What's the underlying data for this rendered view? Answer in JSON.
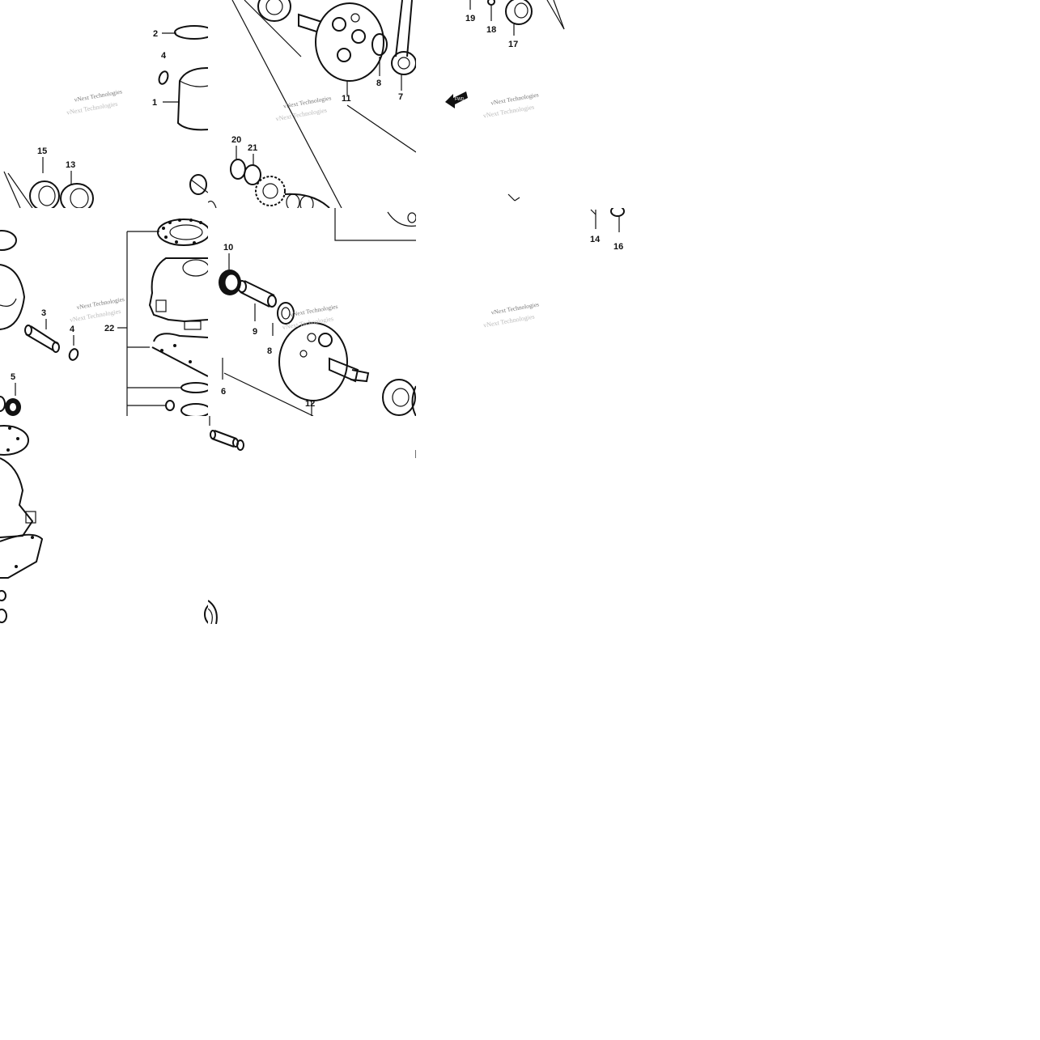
{
  "watermark": {
    "line1": "vNext Technologies",
    "line2": "vNext Technologies"
  },
  "labels": {
    "l2": "2",
    "l4a": "4",
    "l1": "1",
    "l15": "15",
    "l13": "13",
    "l8a": "8",
    "l7": "7",
    "l11": "11",
    "l20": "20",
    "l21": "21",
    "l19": "19",
    "l18": "18",
    "l17": "17",
    "l3": "3",
    "l4b": "4",
    "l5": "5",
    "l22": "22",
    "l10": "10",
    "l9": "9",
    "l8b": "8",
    "l12": "12",
    "l6": "6",
    "l14": "14",
    "l16": "16"
  },
  "icons": {
    "arrow": "front-arrow-icon"
  }
}
